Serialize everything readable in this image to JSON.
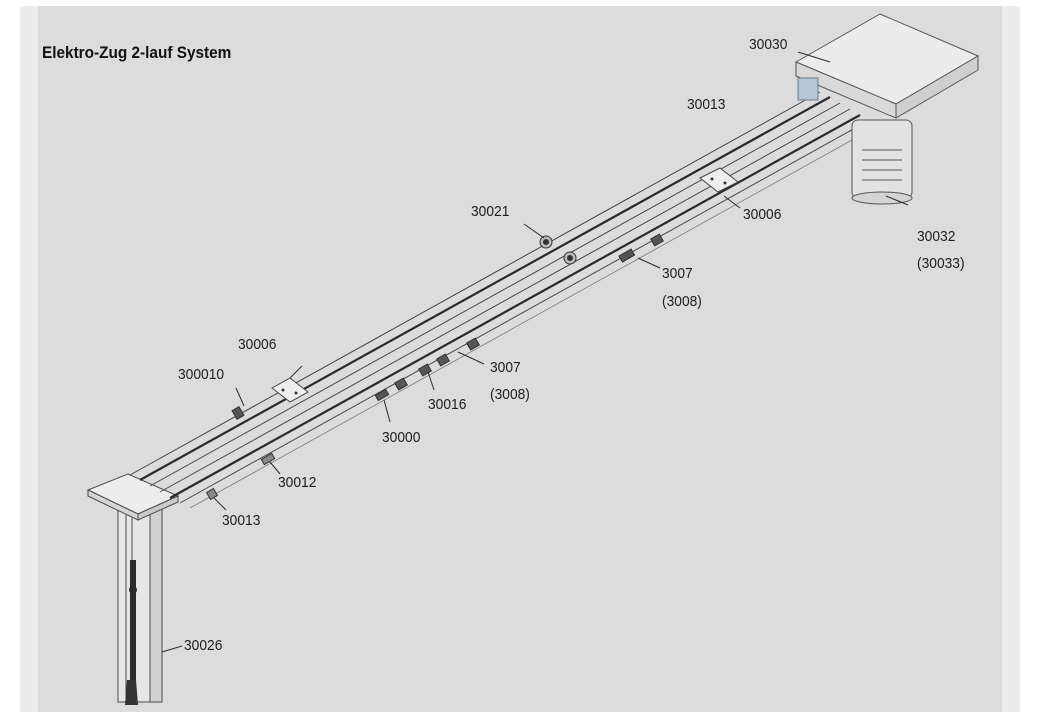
{
  "title": "Elektro-Zug 2-lauf System",
  "colors": {
    "background": "#dcdcdc",
    "frame": "#ffffff",
    "line_art": "#3a3a3a",
    "text": "#1e1e1e"
  },
  "callouts": {
    "motor_housing": "30030",
    "rail_end_top": "30013",
    "carriage_center": "30021",
    "bracket_upper": "30006",
    "motor_unit": "30032",
    "motor_unit_alt": "(30033)",
    "stop_upper": "3007",
    "stop_upper_alt": "(3008)",
    "bracket_lower": "30006",
    "part_left": "300010",
    "stop_lower": "3007",
    "stop_lower_alt": "(3008)",
    "clip": "30016",
    "part_center": "30000",
    "part_lower": "30012",
    "rail_end_bottom": "30013",
    "column": "30026"
  }
}
